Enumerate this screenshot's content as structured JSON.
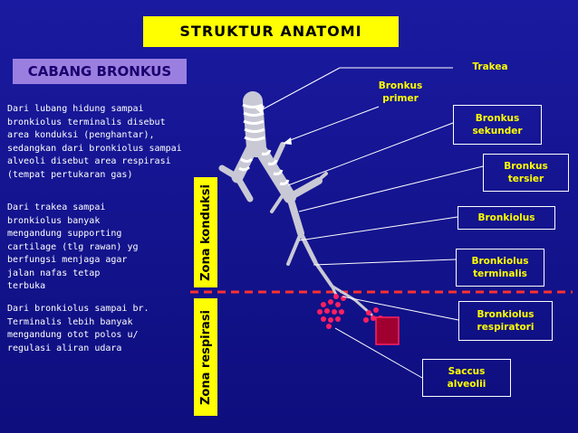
{
  "title": "STRUKTUR ANATOMI",
  "subtitle": "CABANG BRONKUS",
  "paragraphs": {
    "p1": "Dari lubang hidung sampai\nbronkiolus terminalis disebut\narea konduksi (penghantar),\nsedangkan dari bronkiolus sampai\nalveoli disebut area respirasi\n(tempat pertukaran gas)",
    "p2": "Dari trakea sampai\nbronkiolus banyak\nmengandung supporting\ncartilage (tlg rawan) yg\nberfungsi menjaga agar\njalan nafas tetap\nterbuka",
    "p3": "Dari bronkiolus sampai br.\nTerminalis lebih banyak\nmengandung otot polos u/\nregulasi aliran udara"
  },
  "zones": {
    "konduksi": "Zona konduksi",
    "respirasi": "Zona respirasi"
  },
  "labels": {
    "trakea": "Trakea",
    "bronkus_primer": "Bronkus\nprimer",
    "bronkus_sekunder": "Bronkus\nsekunder",
    "bronkus_tersier": "Bronkus\ntersier",
    "bronkiolus": "Bronkiolus",
    "bronkiolus_terminalis": "Bronkiolus\nterminalis",
    "bronkiolus_respiratori": "Bronkiolus\nrespiratori",
    "saccus_alveolii": "Saccus\nalveolii"
  },
  "colors": {
    "background": "#10108a",
    "title_bg": "#ffff00",
    "subtitle_bg": "#9b7fe0",
    "label_text": "#ffff00",
    "divider": "#ff3030",
    "alveoli": "#ff2060",
    "sac": "#a00030"
  }
}
